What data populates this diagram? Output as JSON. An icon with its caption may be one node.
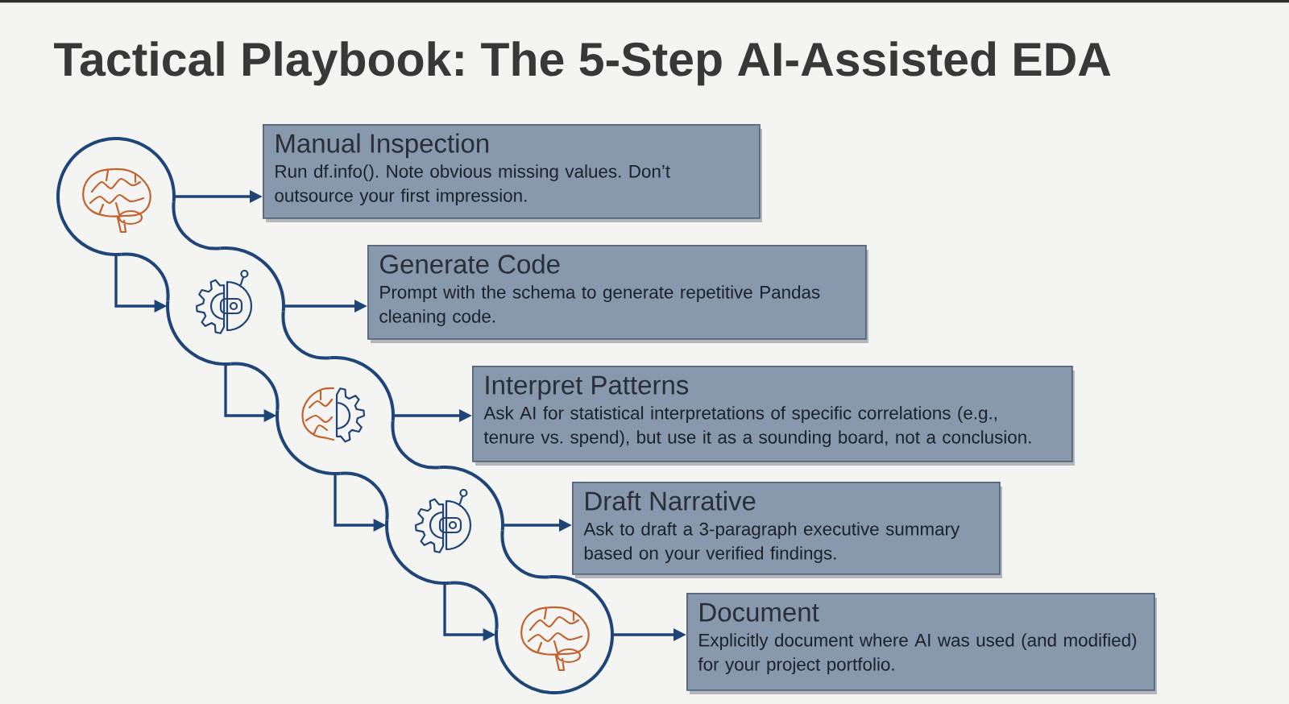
{
  "diagram": {
    "title": "Tactical Playbook: The 5-Step AI-Assisted EDA",
    "nodes": [
      {
        "text": [],
        "shape": "circle"
      },
      {
        "text": [
          "Manual Inspection",
          "Run df.info(). Note obvious missing values. Don’t outsource your first impression."
        ]
      },
      {
        "text": [],
        "shape": "circle"
      },
      {
        "text": [
          "Generate Code",
          "Prompt with the schema to generate repetitive Pandas cleaning code."
        ]
      },
      {
        "text": [],
        "shape": "circle"
      },
      {
        "text": [
          "Interpret Patterns",
          "Ask AI for statistical interpretations of specific correlations (e.g., tenure vs. spend), but use it as a sounding board, not a conclusion."
        ]
      },
      {
        "text": [],
        "shape": "circle"
      },
      {
        "text": [
          "Draft Narrative",
          "Ask to draft a 3-paragraph executive summary based on your verified findings."
        ]
      },
      {
        "text": [],
        "shape": "circle"
      },
      {
        "text": [
          "Document",
          "Explicitly document where AI was used (and modified) for your project portfolio."
        ]
      }
    ],
    "edges": [
      {
        "from": 0,
        "to": 1,
        "arrow": "to"
      },
      {
        "from": 0,
        "to": 2,
        "arrow": "to"
      },
      {
        "from": 2,
        "to": 3,
        "arrow": "to"
      },
      {
        "from": 2,
        "to": 4,
        "arrow": "to"
      },
      {
        "from": 4,
        "to": 5,
        "arrow": "to"
      },
      {
        "from": 4,
        "to": 6,
        "arrow": "to"
      },
      {
        "from": 6,
        "to": 7,
        "arrow": "to"
      },
      {
        "from": 6,
        "to": 8,
        "arrow": "to"
      },
      {
        "from": 8,
        "to": 9,
        "arrow": "to"
      }
    ]
  }
}
